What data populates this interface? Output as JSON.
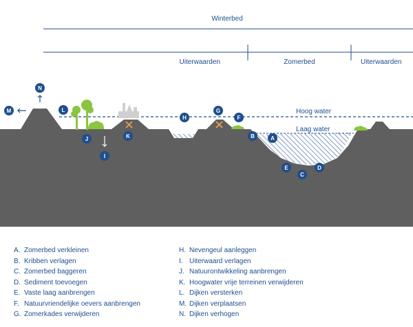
{
  "header": {
    "winterbed": "Winterbed",
    "uiterwaarden_left": "Uiterwaarden",
    "zomerbed": "Zomerbed",
    "uiterwaarden_right": "Uiterwaarden"
  },
  "water": {
    "hoog": "Hoog water",
    "laag": "Laag water"
  },
  "colors": {
    "navy": "#1f4e8c",
    "ground": "#5f5f5f",
    "green": "#8bc53f",
    "cross": "#e8a04a",
    "hatch": "#4a6fa5",
    "house": "#cfcfcf"
  },
  "badges": {
    "a": "A",
    "b": "B",
    "c": "C",
    "d": "D",
    "e": "E",
    "f": "F",
    "g": "G",
    "h": "H",
    "i": "I",
    "j": "J",
    "k": "K",
    "l": "L",
    "m": "M",
    "n": "N"
  },
  "icons": {
    "arrow_up": "arrow-up-icon",
    "arrow_left": "arrow-left-icon",
    "arrow_down": "arrow-down-icon",
    "cross": "cross-mark-icon"
  },
  "legend": {
    "col1": [
      {
        "key": "A.",
        "text": "Zomerbed verkleinen"
      },
      {
        "key": "B.",
        "text": "Kribben verlagen"
      },
      {
        "key": "C.",
        "text": "Zomerbed baggeren"
      },
      {
        "key": "D.",
        "text": "Sediment toevoegen"
      },
      {
        "key": "E.",
        "text": "Vaste laag aanbrengen"
      },
      {
        "key": "F.",
        "text": "Natuurvriendelijke oevers aanbrengen"
      },
      {
        "key": "G.",
        "text": "Zomerkades verwijderen"
      }
    ],
    "col2": [
      {
        "key": "H.",
        "text": "Nevengeul aanleggen"
      },
      {
        "key": "I.",
        "text": "Uiterwaard verlagen"
      },
      {
        "key": "J.",
        "text": "Natuurontwikkeling aanbrengen"
      },
      {
        "key": "K.",
        "text": "Hoogwater vrije terreinen verwijderen"
      },
      {
        "key": "L.",
        "text": "Dijken versterken"
      },
      {
        "key": "M.",
        "text": "Dijken verplaatsen"
      },
      {
        "key": "N.",
        "text": "Dijken verhogen"
      }
    ]
  }
}
